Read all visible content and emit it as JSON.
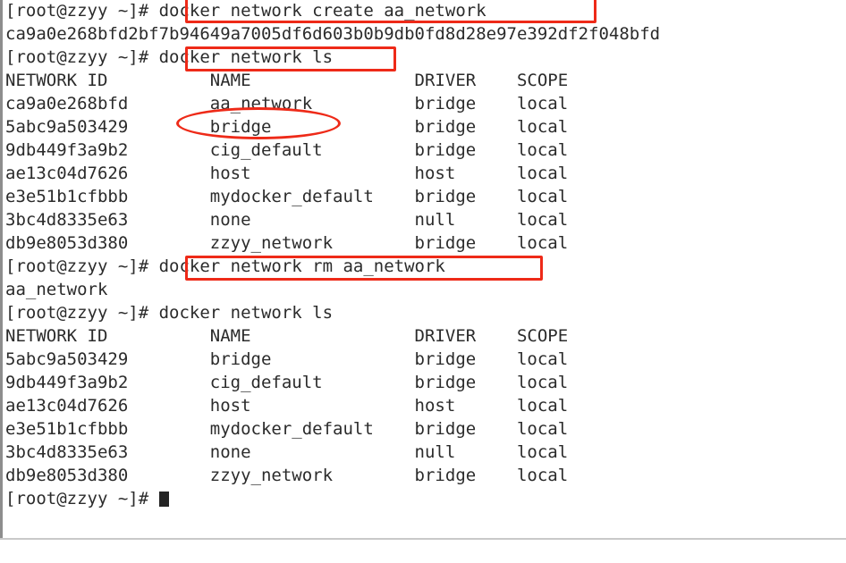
{
  "terminal": {
    "prompt": "[root@zzyy ~]#",
    "font_color": "#2b2b2b",
    "background": "#ffffff",
    "annotation_color": "#ee2a18",
    "cursor": "block",
    "lines": [
      {
        "id": "l1",
        "type": "command",
        "text": "[root@zzyy ~]# docker network create aa_network"
      },
      {
        "id": "l2",
        "type": "output",
        "text": "ca9a0e268bfd2bf7b94649a7005df6d603b0b9db0fd8d28e97e392df2f048bfd"
      },
      {
        "id": "l3",
        "type": "command",
        "text": "[root@zzyy ~]# docker network ls"
      },
      {
        "id": "l4",
        "type": "header",
        "text": "NETWORK ID          NAME                DRIVER    SCOPE"
      },
      {
        "id": "l5",
        "type": "row",
        "text": "ca9a0e268bfd        aa_network          bridge    local"
      },
      {
        "id": "l6",
        "type": "row",
        "text": "5abc9a503429        bridge              bridge    local"
      },
      {
        "id": "l7",
        "type": "row",
        "text": "9db449f3a9b2        cig_default         bridge    local"
      },
      {
        "id": "l8",
        "type": "row",
        "text": "ae13c04d7626        host                host      local"
      },
      {
        "id": "l9",
        "type": "row",
        "text": "e3e51b1cfbbb        mydocker_default    bridge    local"
      },
      {
        "id": "l10",
        "type": "row",
        "text": "3bc4d8335e63        none                null      local"
      },
      {
        "id": "l11",
        "type": "row",
        "text": "db9e8053d380        zzyy_network        bridge    local"
      },
      {
        "id": "l12",
        "type": "command",
        "text": "[root@zzyy ~]# docker network rm aa_network"
      },
      {
        "id": "l13",
        "type": "output",
        "text": "aa_network"
      },
      {
        "id": "l14",
        "type": "command",
        "text": "[root@zzyy ~]# docker network ls"
      },
      {
        "id": "l15",
        "type": "header",
        "text": "NETWORK ID          NAME                DRIVER    SCOPE"
      },
      {
        "id": "l16",
        "type": "row",
        "text": "5abc9a503429        bridge              bridge    local"
      },
      {
        "id": "l17",
        "type": "row",
        "text": "9db449f3a9b2        cig_default         bridge    local"
      },
      {
        "id": "l18",
        "type": "row",
        "text": "ae13c04d7626        host                host      local"
      },
      {
        "id": "l19",
        "type": "row",
        "text": "e3e51b1cfbbb        mydocker_default    bridge    local"
      },
      {
        "id": "l20",
        "type": "row",
        "text": "3bc4d8335e63        none                null      local"
      },
      {
        "id": "l21",
        "type": "row",
        "text": "db9e8053d380        zzyy_network        bridge    local"
      },
      {
        "id": "l22",
        "type": "prompt",
        "text": "[root@zzyy ~]# "
      }
    ],
    "table": {
      "columns": [
        "NETWORK ID",
        "NAME",
        "DRIVER",
        "SCOPE"
      ],
      "first_listing": [
        [
          "ca9a0e268bfd",
          "aa_network",
          "bridge",
          "local"
        ],
        [
          "5abc9a503429",
          "bridge",
          "bridge",
          "local"
        ],
        [
          "9db449f3a9b2",
          "cig_default",
          "bridge",
          "local"
        ],
        [
          "ae13c04d7626",
          "host",
          "host",
          "local"
        ],
        [
          "e3e51b1cfbbb",
          "mydocker_default",
          "bridge",
          "local"
        ],
        [
          "3bc4d8335e63",
          "none",
          "null",
          "local"
        ],
        [
          "db9e8053d380",
          "zzyy_network",
          "bridge",
          "local"
        ]
      ],
      "second_listing": [
        [
          "5abc9a503429",
          "bridge",
          "bridge",
          "local"
        ],
        [
          "9db449f3a9b2",
          "cig_default",
          "bridge",
          "local"
        ],
        [
          "ae13c04d7626",
          "host",
          "host",
          "local"
        ],
        [
          "e3e51b1cfbbb",
          "mydocker_default",
          "bridge",
          "local"
        ],
        [
          "3bc4d8335e63",
          "none",
          "null",
          "local"
        ],
        [
          "db9e8053d380",
          "zzyy_network",
          "bridge",
          "local"
        ]
      ]
    },
    "annotations": [
      {
        "id": "a1",
        "shape": "rect",
        "label": "docker network create aa_network"
      },
      {
        "id": "a2",
        "shape": "rect",
        "label": "docker network ls"
      },
      {
        "id": "a3",
        "shape": "ellipse",
        "label": "aa_network"
      },
      {
        "id": "a4",
        "shape": "rect",
        "label": "docker network rm aa_network"
      }
    ]
  }
}
